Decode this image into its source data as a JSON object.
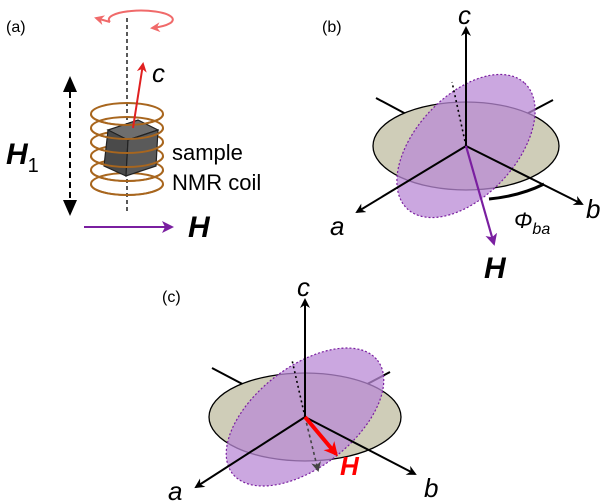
{
  "panels": {
    "a": {
      "tag": "(a)",
      "axis_c": "c",
      "field_H1": "H",
      "field_H1_sub": "1",
      "field_H": "H",
      "sample_label": "sample",
      "coil_label": "NMR coil"
    },
    "b": {
      "tag": "(b)",
      "axis_a": "a",
      "axis_b": "b",
      "axis_c": "c",
      "field_H": "H",
      "angle_symbol": "Φ",
      "angle_sub": "ba"
    },
    "c": {
      "tag": "(c)",
      "axis_a": "a",
      "axis_b": "b",
      "axis_c": "c",
      "field_H": "H"
    }
  },
  "colors": {
    "axis": "#000000",
    "coil": "#a8661e",
    "rotation_arrow": "#f06a6a",
    "c_arrow_red": "#e02020",
    "field_purple": "#7a1fa0",
    "field_red": "#ff0000",
    "ellipse_gray": "#cfcdb8",
    "ellipse_purple": "#b98ad6",
    "cube": "#505050"
  }
}
